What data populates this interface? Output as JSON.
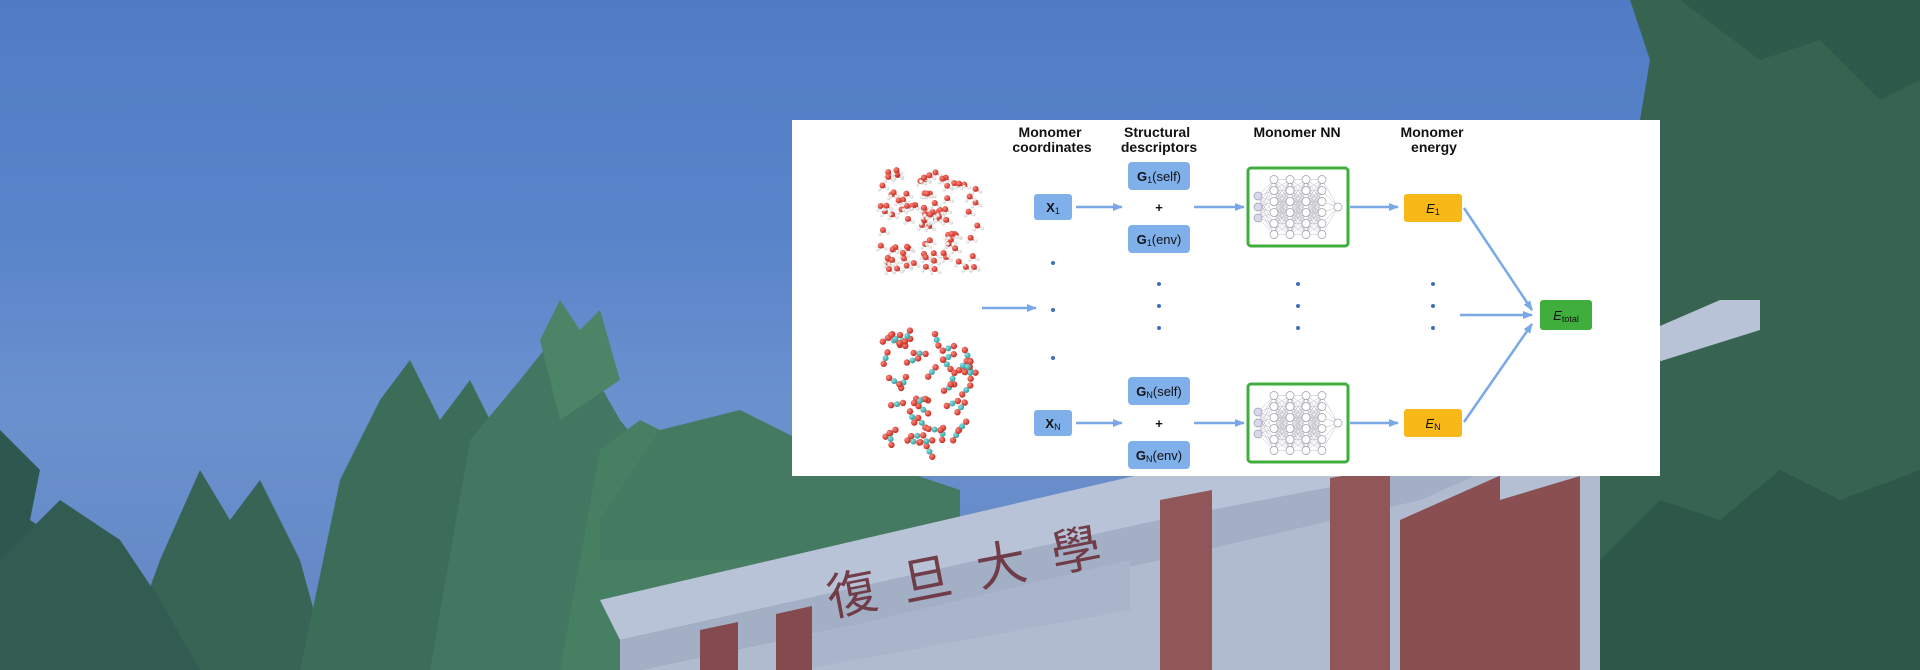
{
  "background": {
    "sign_text": "復旦大學"
  },
  "diagram": {
    "headers": {
      "monomer_coordinates": [
        "Monomer",
        "coordinates"
      ],
      "structural_descriptors": [
        "Structural",
        "descriptors"
      ],
      "monomer_nn": [
        "Monomer NN"
      ],
      "monomer_energy": [
        "Monomer",
        "energy"
      ]
    },
    "coords": {
      "first": {
        "main": "X",
        "sub": "1"
      },
      "last": {
        "main": "X",
        "sub": "N"
      }
    },
    "descriptors": {
      "first_self": {
        "main": "G",
        "sub": "1",
        "suffix": "(self)"
      },
      "first_env": {
        "main": "G",
        "sub": "1",
        "suffix": "(env)"
      },
      "last_self": {
        "main": "G",
        "sub": "N",
        "suffix": "(self)"
      },
      "last_env": {
        "main": "G",
        "sub": "N",
        "suffix": "(env)"
      },
      "plus": "+"
    },
    "energies": {
      "first": {
        "main": "E",
        "sub": "1"
      },
      "last": {
        "main": "E",
        "sub": "N"
      }
    },
    "total": {
      "main": "E",
      "sub": "total"
    },
    "colors": {
      "box_blue": "#7fb0ea",
      "box_yellow": "#f7b818",
      "box_green": "#3fae3c",
      "nn_border": "#3fae3c",
      "arrow": "#7aa8e6"
    }
  }
}
